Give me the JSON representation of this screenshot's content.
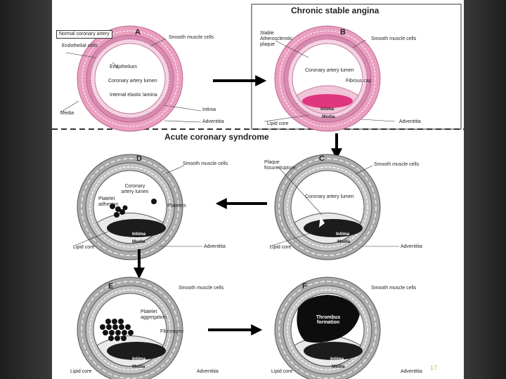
{
  "titles": {
    "chronic": "Chronic stable angina",
    "acute": "Acute coronary syndrome"
  },
  "panels": {
    "A": {
      "letter": "A",
      "box_label": "Normal coronary artery",
      "endothelial_cells": "Endothelial cells",
      "smooth_muscle": "Smooth muscle cells",
      "endothelium": "Endothelium",
      "lumen": "Coronary artery lumen",
      "lamina": "Internal elastic lamina",
      "media": "Media",
      "intima": "Intima",
      "adventitia": "Adventitia"
    },
    "B": {
      "letter": "B",
      "stable_plaque": "Stable Atherosclerotic plaque",
      "smooth_muscle": "Smooth muscle cells",
      "lumen": "Coronary artery lumen",
      "fibrous_cap": "Fibrous cap",
      "intima": "Intima",
      "media": "Media",
      "lipid_core": "Lipid core",
      "adventitia": "Adventitia"
    },
    "C": {
      "letter": "C",
      "plaque_fissure": "Plaque fissure/rupture",
      "smooth_muscle": "Smooth muscle cells",
      "lumen": "Coronary artery lumen",
      "intima": "Intima",
      "media": "Media",
      "lipid_core": "Lipid core",
      "adventitia": "Adventitia"
    },
    "D": {
      "letter": "D",
      "smooth_muscle": "Smooth muscle cells",
      "lumen": "Coronary artery lumen",
      "platelet_adhesion": "Platelet adhesion",
      "platelets": "Platelets",
      "intima": "Intima",
      "media": "Media",
      "lipid_core": "Lipid core",
      "adventitia": "Adventitia"
    },
    "E": {
      "letter": "E",
      "smooth_muscle": "Smooth muscle cells",
      "platelet_aggregation": "Platelet aggregation",
      "fibrinogen": "Fibrinogen",
      "intima": "Intima",
      "media": "Media",
      "lipid_core": "Lipid core",
      "adventitia": "Adventitia"
    },
    "F": {
      "letter": "F",
      "smooth_muscle": "Smooth muscle cells",
      "thrombus": "Thrombus formation",
      "intima": "Intima",
      "media": "Media",
      "lipid_core": "Lipid core",
      "adventitia": "Adventitia"
    }
  },
  "footer": {
    "page_number": "17"
  },
  "colors": {
    "normal_wall": "#e9a9c6",
    "normal_inner": "#f4d2e1",
    "plaque_pink": "#e0357f",
    "diseased_wall": "#a9a9a9",
    "lipid_core": "#1c1c1c"
  }
}
